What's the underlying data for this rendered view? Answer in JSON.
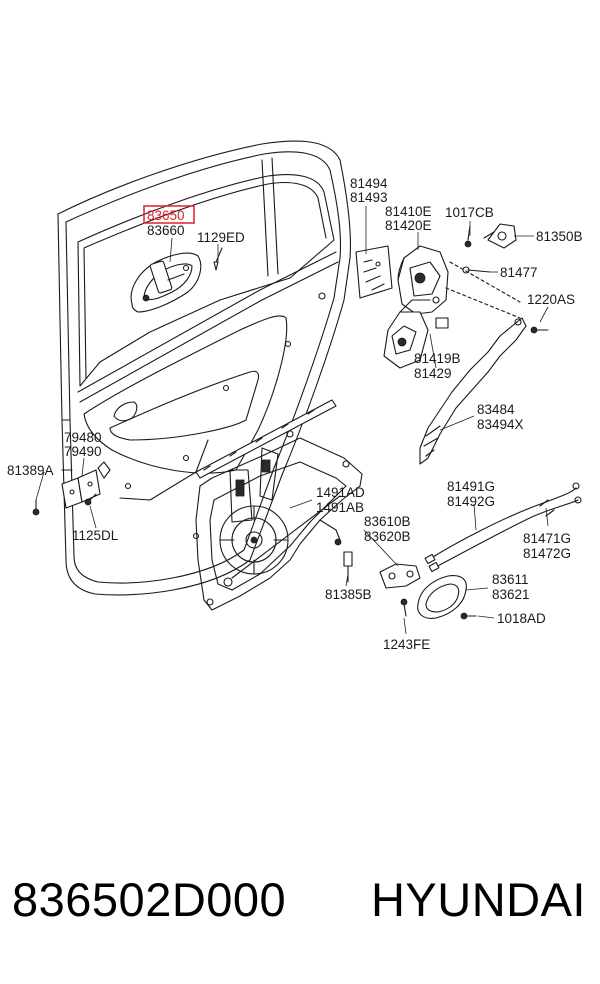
{
  "diagram": {
    "highlight_color": "#e0202a",
    "labels": {
      "l83650": "83650",
      "l83660": "83660",
      "l1129ED": "1129ED",
      "l81494": "81494",
      "l81493": "81493",
      "l81410E": "81410E",
      "l81420E": "81420E",
      "l1017CB": "1017CB",
      "l81350B": "81350B",
      "l81477": "81477",
      "l1220AS": "1220AS",
      "l81419B": "81419B",
      "l81429": "81429",
      "l83484": "83484",
      "l83494X": "83494X",
      "l79480": "79480",
      "l79490": "79490",
      "l81389A": "81389A",
      "l1125DL": "1125DL",
      "l1491AD": "1491AD",
      "l1491AB": "1491AB",
      "l81491G": "81491G",
      "l81492G": "81492G",
      "l83610B": "83610B",
      "l83620B": "83620B",
      "l81471G": "81471G",
      "l81472G": "81472G",
      "l83611": "83611",
      "l83621": "83621",
      "l81385B": "81385B",
      "l1018AD": "1018AD",
      "l1243FE": "1243FE"
    }
  },
  "caption": {
    "part_number": "836502D000",
    "brand": "HYUNDAI"
  }
}
